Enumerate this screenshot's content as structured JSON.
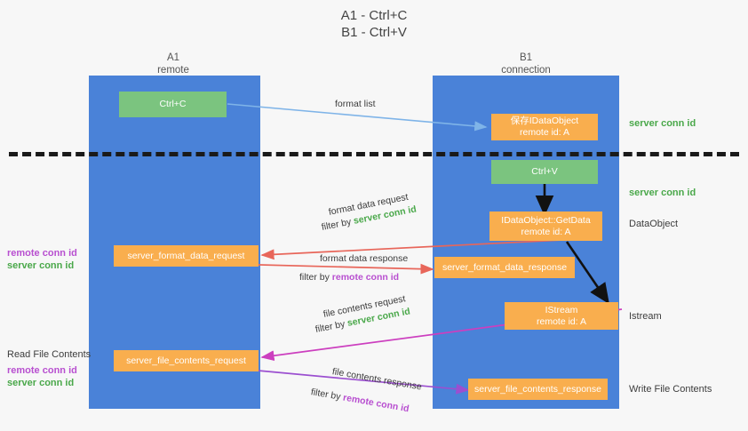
{
  "title": {
    "line1": "A1 - Ctrl+C",
    "line2": "B1 - Ctrl+V"
  },
  "columns": [
    {
      "name": "A1",
      "sub": "remote"
    },
    {
      "name": "B1",
      "sub": "connection"
    }
  ],
  "boxes": {
    "ctrl_c": "Ctrl+C",
    "ctrl_v": "Ctrl+V",
    "save_idataobject_l1": "保存IDataObject",
    "save_idataobject_l2": "remote id: A",
    "getdata_l1": "IDataObject::GetData",
    "getdata_l2": "remote id: A",
    "istream_l1": "IStream",
    "istream_l2": "remote id: A",
    "server_format_data_request": "server_format_data_request",
    "server_format_data_response": "server_format_data_response",
    "server_file_contents_request": "server_file_contents_request",
    "server_file_contents_response": "server_file_contents_response"
  },
  "right_labels": {
    "server_conn_id_top": "server conn id",
    "server_conn_id_paste": "server conn id",
    "data_object": "DataObject",
    "istream": "Istream",
    "write_file_contents": "Write File Contents"
  },
  "left_labels": {
    "remote_conn_id_1": "remote conn id",
    "server_conn_id_1": "server conn id",
    "read_file_contents": "Read File Contents",
    "remote_conn_id_2": "remote conn id",
    "server_conn_id_2": "server conn id"
  },
  "edges": {
    "format_list": "format list",
    "format_data_request": "format data request",
    "format_data_request_filter_prefix": "filter by ",
    "format_data_request_filter_value": "server conn id",
    "format_data_response": "format data response",
    "format_data_response_filter_prefix": "filter by ",
    "format_data_response_filter_value": "remote conn id",
    "file_contents_request": "file contents request",
    "file_contents_request_filter_prefix": "filter by ",
    "file_contents_request_filter_value": "server conn id",
    "file_contents_response": "file contents response",
    "file_contents_response_filter_prefix": "filter by ",
    "file_contents_response_filter_value": "remote conn id"
  },
  "colors": {
    "lane": "#4a82d8",
    "green_box": "#7bc47f",
    "orange_box": "#f9ae4e",
    "server_conn_id": "#4aa84a",
    "remote_conn_id": "#b84fd0",
    "arrow_lightblue": "#7fb4e8",
    "arrow_red": "#e8665a",
    "arrow_magenta": "#cc3fbf",
    "arrow_purple": "#9b4fd0",
    "arrow_black": "#111111",
    "divider": "#1a1a1a",
    "background": "#f7f7f7"
  }
}
